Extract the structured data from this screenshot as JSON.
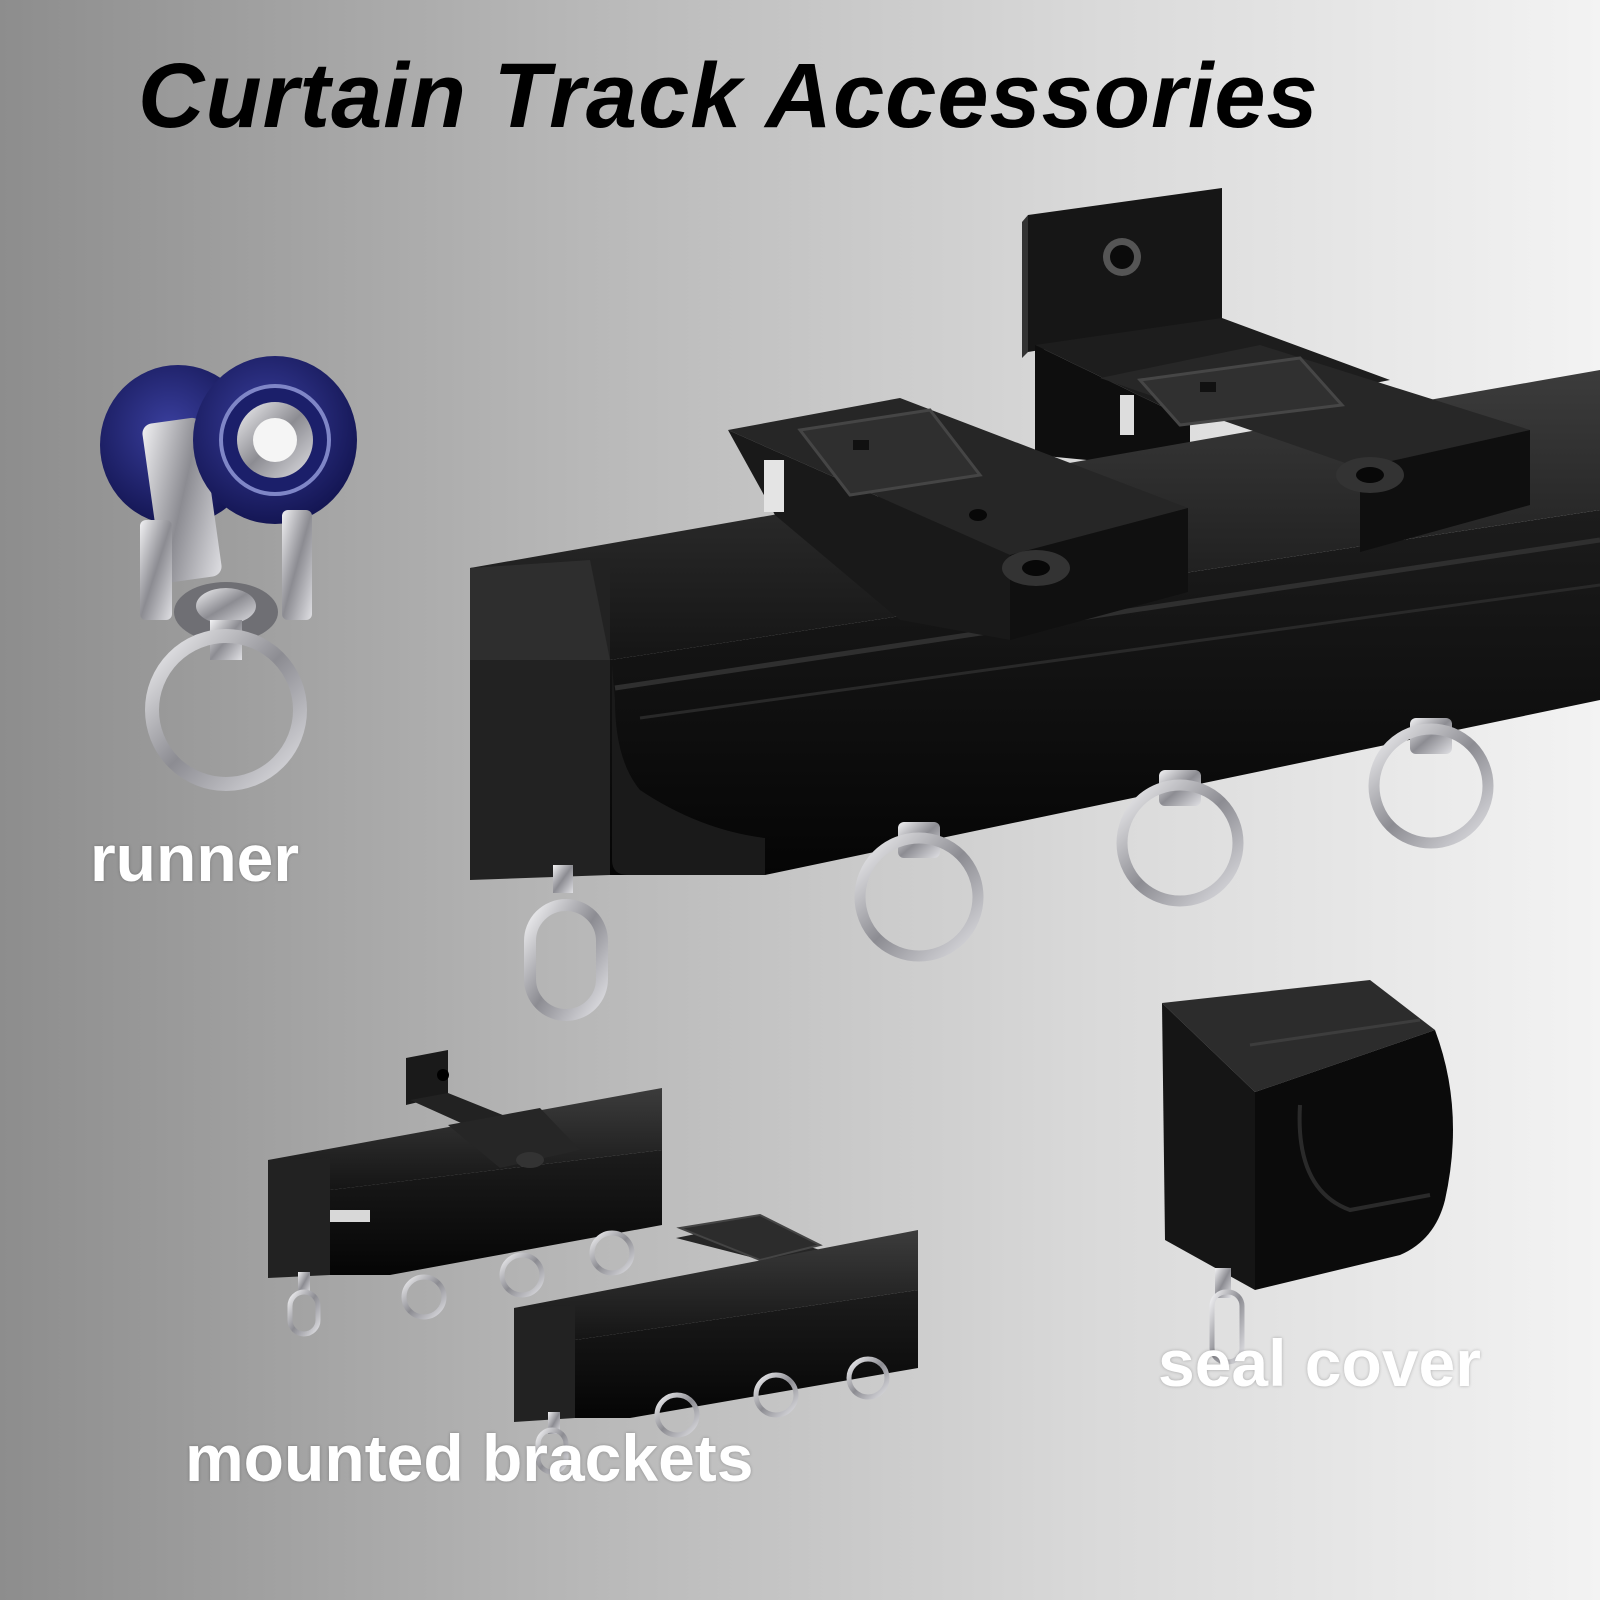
{
  "title": "Curtain Track Accessories",
  "labels": {
    "runner": "runner",
    "mounted_brackets": "mounted brackets",
    "seal_cover": "seal cover"
  },
  "colors": {
    "track": "#111111",
    "track_highlight": "#3a3a3a",
    "runner_wheel": "#1e2270",
    "metal": "#c8c8cc",
    "label_text": "#ffffff",
    "title_text": "#000000"
  }
}
